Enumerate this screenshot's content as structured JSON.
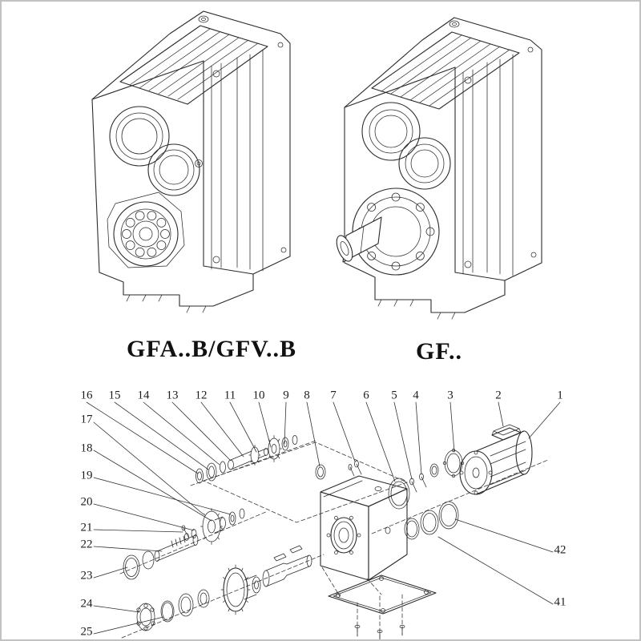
{
  "titles": {
    "left_model": "GFA..B/GFV..B",
    "right_model": "GF.."
  },
  "exploded": {
    "top_numbers": [
      "16",
      "15",
      "14",
      "13",
      "12",
      "11",
      "10",
      "9",
      "8",
      "7",
      "6",
      "5",
      "4",
      "3",
      "2",
      "1"
    ],
    "left_numbers": [
      "17",
      "18",
      "19",
      "20",
      "21",
      "22",
      "23",
      "24",
      "25"
    ],
    "right_numbers": [
      "42",
      "41"
    ]
  },
  "colors": {
    "line": "#2b2b2b",
    "background": "#ffffff",
    "border": "#c2c2c2"
  }
}
